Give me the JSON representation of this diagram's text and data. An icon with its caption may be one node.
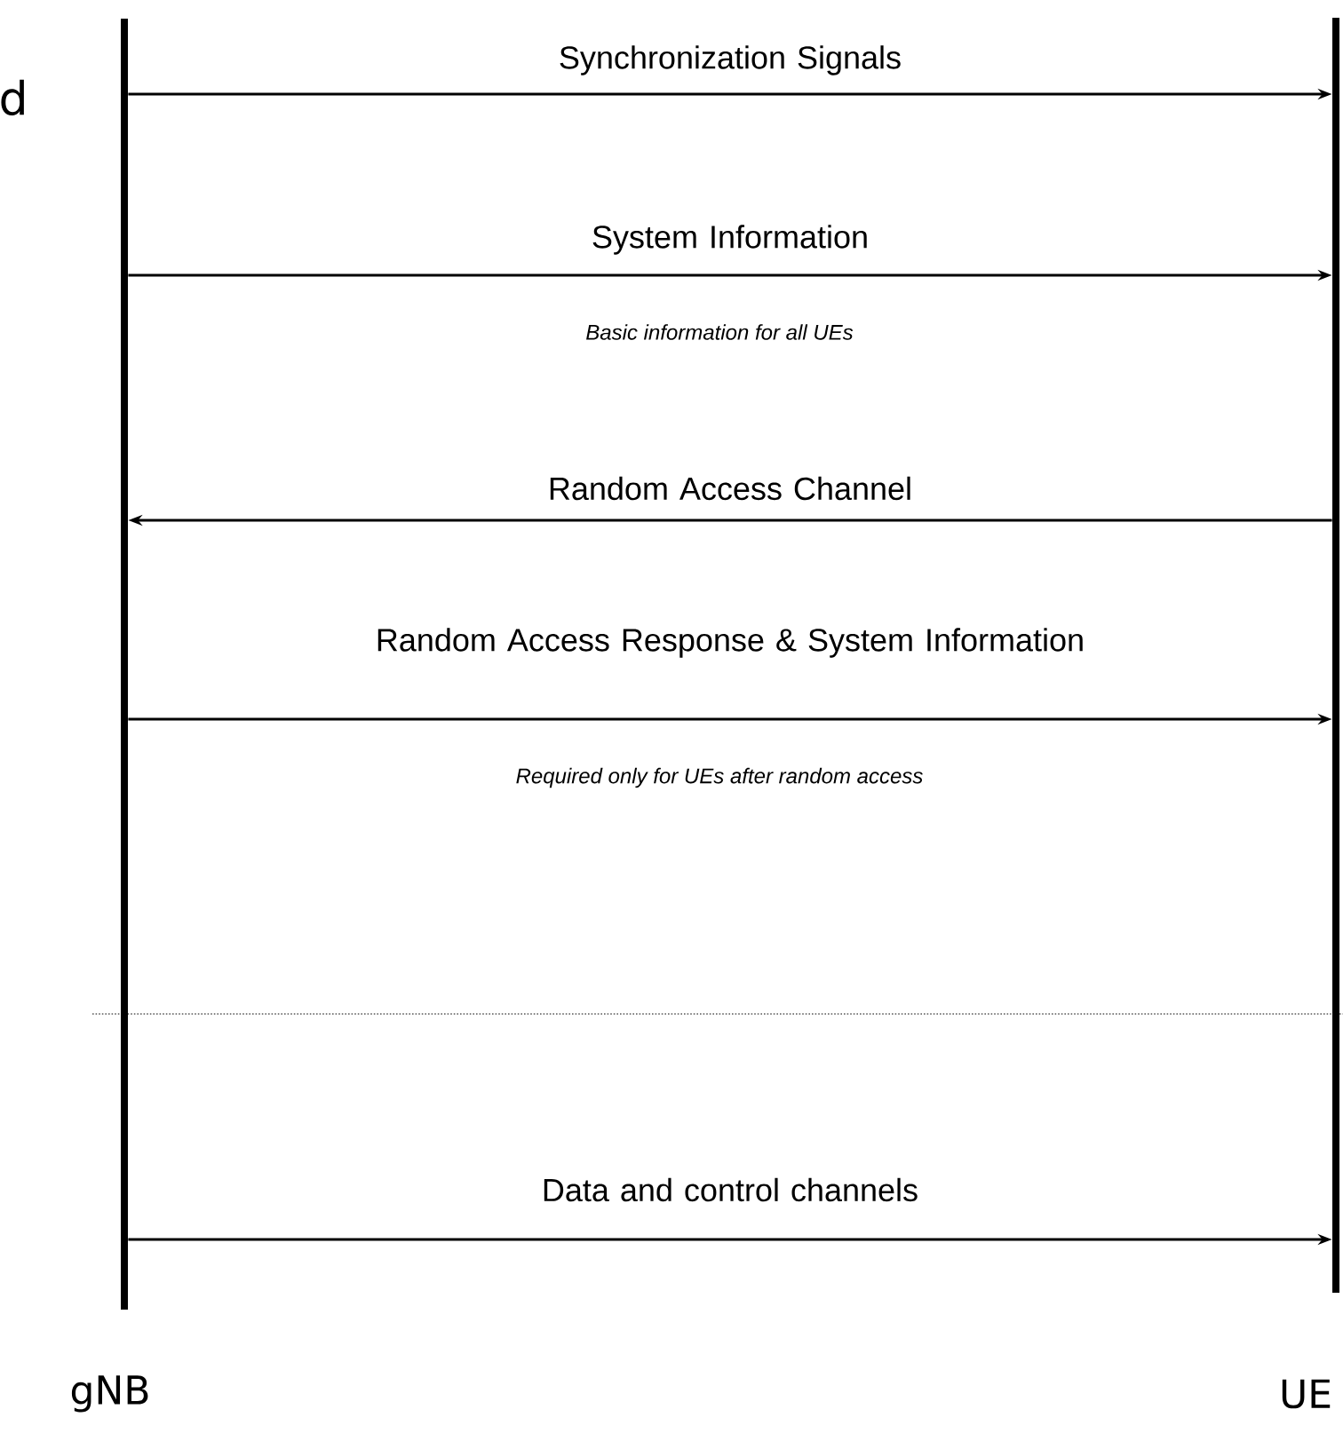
{
  "diagram": {
    "nodes": [
      {
        "text": [
          "gNB"
        ]
      },
      {
        "text": [
          "UE"
        ]
      }
    ],
    "edges": [
      {
        "from": 0,
        "to": 1,
        "arrow": "to",
        "label": "Synchronization Signals"
      },
      {
        "from": 0,
        "to": 1,
        "arrow": "to",
        "label": "System Information"
      },
      {
        "from": 1,
        "to": 0,
        "arrow": "to",
        "label": "Random Access Channel"
      },
      {
        "from": 0,
        "to": 1,
        "arrow": "to",
        "label": "Random Access Response & System Information"
      },
      {
        "from": 0,
        "to": 1,
        "arrow": "to",
        "label": "Data and control channels"
      }
    ],
    "labels": [
      "d",
      "Basic information for all UEs",
      "Required only for UEs after random access"
    ]
  }
}
